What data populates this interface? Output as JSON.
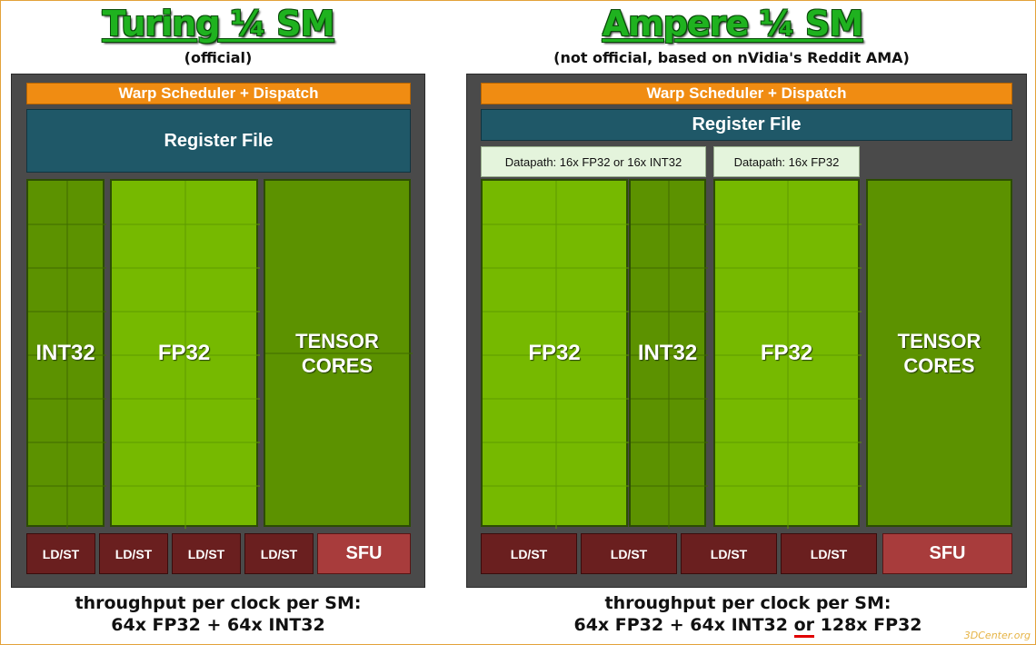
{
  "turing": {
    "title": "Turing ¼ SM",
    "subtitle": "(official)",
    "warp_label": "Warp Scheduler + Dispatch",
    "register_label": "Register File",
    "units": {
      "int32": "INT32",
      "fp32": "FP32",
      "tensor": "TENSOR CORES"
    },
    "bottom": [
      "LD/ST",
      "LD/ST",
      "LD/ST",
      "LD/ST",
      "SFU"
    ],
    "footer_line1": "throughput per clock per SM:",
    "footer_line2": "64x FP32 + 64x INT32"
  },
  "ampere": {
    "title": "Ampere ¼ SM",
    "subtitle": "(not official, based on nVidia's Reddit AMA)",
    "warp_label": "Warp Scheduler + Dispatch",
    "register_label": "Register File",
    "datapath1": "Datapath: 16x FP32 or 16x INT32",
    "datapath2": "Datapath: 16x FP32",
    "units": {
      "fp32_a": "FP32",
      "int32": "INT32",
      "fp32_b": "FP32",
      "tensor": "TENSOR CORES"
    },
    "bottom": [
      "LD/ST",
      "LD/ST",
      "LD/ST",
      "LD/ST",
      "SFU"
    ],
    "footer_line1": "throughput per clock per SM:",
    "footer_line2_pre": "64x FP32 + 64x INT32 ",
    "footer_line2_or": "or",
    "footer_line2_post": " 128x FP32"
  },
  "watermark": "3DCenter.org",
  "colors": {
    "title_green": "#1fb21f",
    "warp_orange": "#f08c12",
    "register_teal": "#1f5868",
    "fp32_green": "#76b900",
    "int32_green": "#5c9200",
    "ldst_red": "#6a1f1f",
    "sfu_red": "#a83c3c",
    "or_underline": "#e00000"
  }
}
